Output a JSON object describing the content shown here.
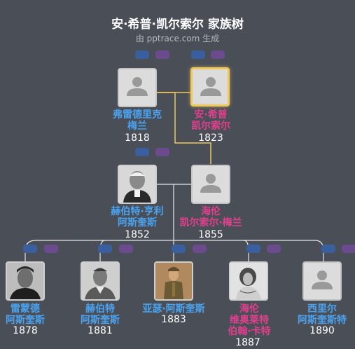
{
  "title": "安·希普·凯尔索尔 家族树",
  "subtitle": "由 pptrace.com 生成",
  "colors": {
    "background": "#4a4e57",
    "male": "#4aa3f0",
    "female": "#e23f8e",
    "line_selected": "#f0c85a",
    "line": "#e6e6e6",
    "highlight_border": "#f0c85a"
  },
  "people": {
    "frederick": {
      "line1": "弗雷德里克",
      "line2": "梅兰",
      "year": "1818",
      "gender": "male",
      "photo": "placeholder"
    },
    "ann": {
      "line1": "安·希普",
      "line2": "凯尔索尔",
      "year": "1823",
      "gender": "female",
      "photo": "placeholder",
      "selected": true
    },
    "herbert_henry": {
      "line1": "赫伯特·亨利",
      "line2": "阿斯奎斯",
      "year": "1852",
      "gender": "male",
      "photo": "portrait"
    },
    "helen_kelsall": {
      "line1": "海伦",
      "line2": "凯尔索尔·梅兰",
      "year": "1855",
      "gender": "female",
      "photo": "placeholder"
    },
    "raymond": {
      "line1": "雷蒙德",
      "line2": "阿斯奎斯",
      "year": "1878",
      "gender": "male",
      "photo": "portrait"
    },
    "herbert": {
      "line1": "赫伯特",
      "line2": "阿斯奎斯",
      "year": "1881",
      "gender": "male",
      "photo": "portrait"
    },
    "arthur": {
      "line1": "亚瑟·阿斯奎斯",
      "line2": "",
      "year": "1883",
      "gender": "male",
      "photo": "portrait"
    },
    "helen_violet": {
      "line1": "海伦",
      "line2": "维奥莱特",
      "line3": "伯翰·卡特",
      "year": "1887",
      "gender": "female",
      "photo": "portrait"
    },
    "cyril": {
      "line1": "西里尔",
      "line2": "阿斯奎斯特",
      "year": "1890",
      "gender": "male",
      "photo": "placeholder"
    }
  },
  "icons": {
    "placeholder": "person-silhouette-icon",
    "badge_blue": "ancestors-expand-icon",
    "badge_purple": "descendants-expand-icon"
  }
}
